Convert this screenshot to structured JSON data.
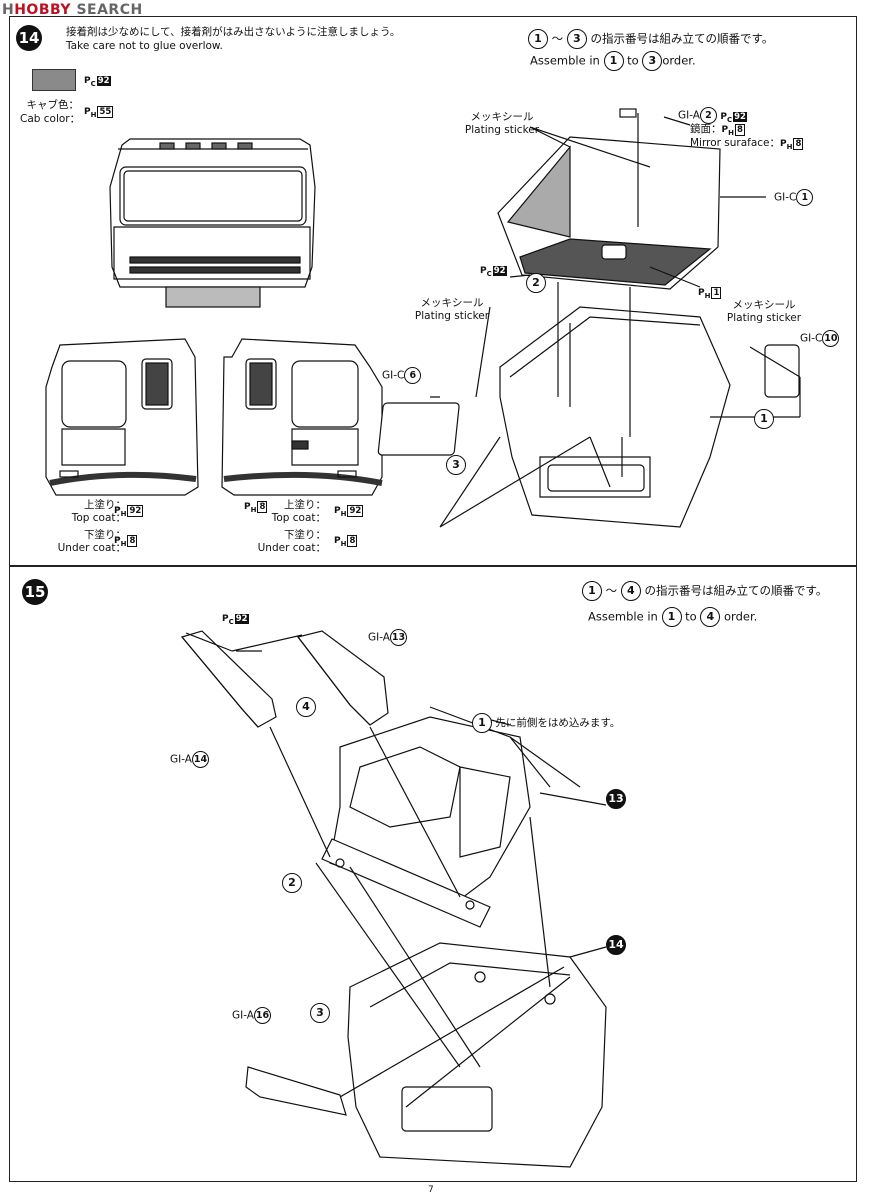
{
  "watermark": {
    "brand": "HOBBY",
    "suffix": "SEARCH",
    "glyph": "H"
  },
  "step14": {
    "number": "14",
    "note_jp": "接着剤は少なめにして、接着剤がはみ出さないように注意しましょう。",
    "note_en": "Take care not to glue overlow.",
    "swatch_color": "#8a8a8a",
    "swatch_code_prefix": "P",
    "swatch_code_sub": "C",
    "swatch_code": "92",
    "cab_color_jp": "キャブ色：",
    "cab_color_en": "Cab color：",
    "cab_color_code_prefix": "P",
    "cab_color_code_sub": "H",
    "cab_color_code": "55",
    "order_range_start": "1",
    "order_range_sep": "～",
    "order_range_end": "3",
    "order_jp": "の指示番号は組み立ての順番です。",
    "order_en_pre": "Assemble in",
    "order_en_to": "to",
    "order_en_post": "order.",
    "labels": {
      "plating_jp_1": "メッキシール",
      "plating_en_1": "Plating sticker",
      "mirror_part": "GI-A",
      "mirror_part_num": "2",
      "mirror_paint_prefix": "P",
      "mirror_paint_sub": "C",
      "mirror_paint_code": "92",
      "mirror_jp": "鏡面：",
      "mirror_jp_code_prefix": "P",
      "mirror_jp_code_sub": "H",
      "mirror_jp_code": "8",
      "mirror_en": "Mirror suraface：",
      "mirror_en_code_prefix": "P",
      "mirror_en_code_sub": "H",
      "mirror_en_code": "8",
      "tray_part": "GI-C",
      "tray_part_num": "1",
      "tray_paint_prefix": "P",
      "tray_paint_sub": "C",
      "tray_paint_code": "92",
      "ph1_prefix": "P",
      "ph1_sub": "H",
      "ph1_code": "1",
      "plating_jp_2": "メッキシール",
      "plating_en_2": "Plating sticker",
      "plating_jp_3": "メッキシール",
      "plating_en_3": "Plating sticker",
      "gic10_part": "GI-C",
      "gic10_num": "10",
      "gic6_part": "GI-C",
      "gic6_num": "6",
      "topcoat_jp_l": "上塗り：",
      "topcoat_en_l": "Top coat：",
      "topcoat_code_l_prefix": "P",
      "topcoat_code_l_sub": "H",
      "topcoat_code_l": "92",
      "undercoat_jp_l": "下塗り：",
      "undercoat_en_l": "Under coat：",
      "undercoat_code_l_prefix": "P",
      "undercoat_code_l_sub": "H",
      "undercoat_code_l": "8",
      "ph8_door_prefix": "P",
      "ph8_door_sub": "H",
      "ph8_door": "8",
      "topcoat_jp_r": "上塗り：",
      "topcoat_en_r": "Top coat：",
      "topcoat_code_r_prefix": "P",
      "topcoat_code_r_sub": "H",
      "topcoat_code_r": "92",
      "undercoat_jp_r": "下塗り：",
      "undercoat_en_r": "Under coat：",
      "undercoat_code_r_prefix": "P",
      "undercoat_code_r_sub": "H",
      "undercoat_code_r": "8",
      "callout_1": "1",
      "callout_2": "2",
      "callout_3": "3"
    }
  },
  "step15": {
    "number": "15",
    "order_range_start": "1",
    "order_range_sep": "～",
    "order_range_end": "4",
    "order_jp": "の指示番号は組み立ての順番です。",
    "order_en_pre": "Assemble in",
    "order_en_to": "to",
    "order_en_post": "order.",
    "labels": {
      "paint_prefix": "P",
      "paint_sub": "C",
      "paint_code": "92",
      "gia13_part": "GI-A",
      "gia13_num": "13",
      "gia14_part": "GI-A",
      "gia14_num": "14",
      "gia16_part": "GI-A",
      "gia16_num": "16",
      "front_first_num": "1",
      "front_first_jp": "先に前側をはめ込みます。",
      "callout_2": "2",
      "callout_3": "3",
      "callout_4": "4",
      "ref_13": "13",
      "ref_14": "14"
    }
  },
  "page_number": "7"
}
